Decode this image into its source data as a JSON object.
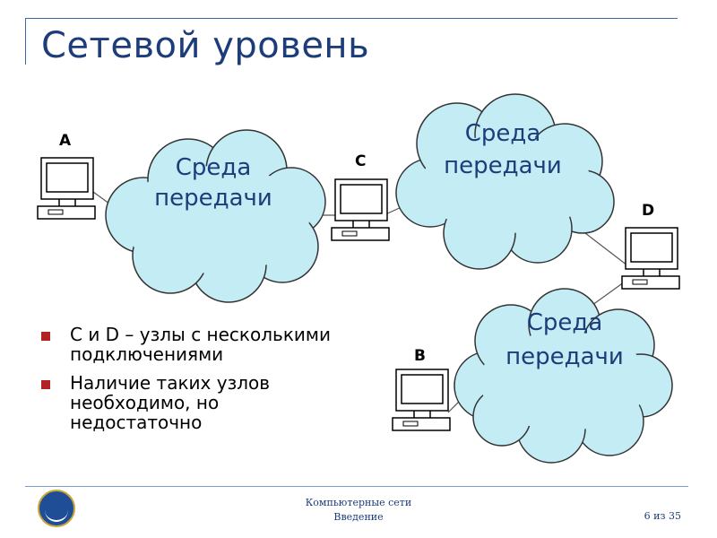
{
  "slide": {
    "title": "Сетевой уровень"
  },
  "diagram": {
    "clouds": [
      {
        "line1": "Среда",
        "line2": "передачи"
      },
      {
        "line1": "Среда",
        "line2": "передачи"
      },
      {
        "line1": "Среда",
        "line2": "передачи"
      }
    ],
    "nodes": {
      "a": "A",
      "b": "B",
      "c": "C",
      "d": "D"
    }
  },
  "bullets": {
    "item1": "C и D – узлы с несколькими подключениями",
    "item2": "Наличие таких узлов необходимо, но недостаточно"
  },
  "footer": {
    "course": "Компьютерные сети",
    "section": "Введение",
    "page": "6 из 35"
  },
  "colors": {
    "title": "#1c3d7a",
    "cloud_fill": "#c4ecf5",
    "bullet": "#b22222",
    "accent_line": "#3b6aa6"
  }
}
